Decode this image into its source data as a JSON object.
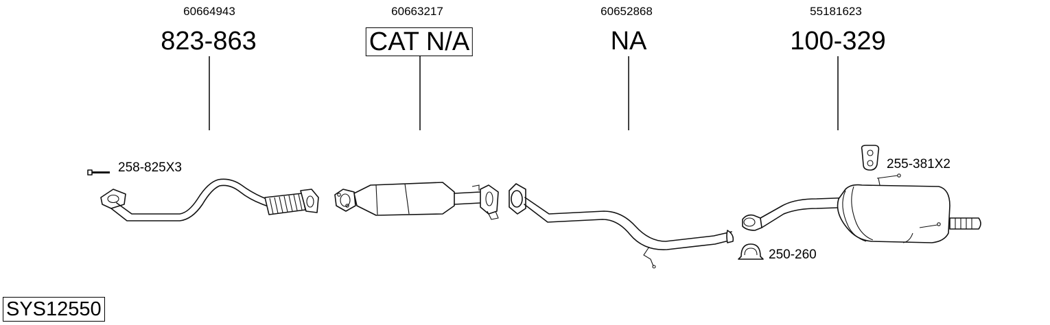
{
  "assembly": {
    "code": "SYS12550"
  },
  "components": [
    {
      "oe_number": "60664943",
      "part_number": "823-863",
      "boxed": false
    },
    {
      "oe_number": "60663217",
      "part_number": "CAT N/A",
      "boxed": true
    },
    {
      "oe_number": "60652868",
      "part_number": "NA",
      "boxed": false
    },
    {
      "oe_number": "55181623",
      "part_number": "100-329",
      "boxed": false
    }
  ],
  "accessories": [
    {
      "label": "258-825X3",
      "icon": "bolt-icon"
    },
    {
      "label": "255-381X2",
      "icon": "rubber-hanger-icon"
    },
    {
      "label": "250-260",
      "icon": "pipe-clamp-icon"
    }
  ]
}
